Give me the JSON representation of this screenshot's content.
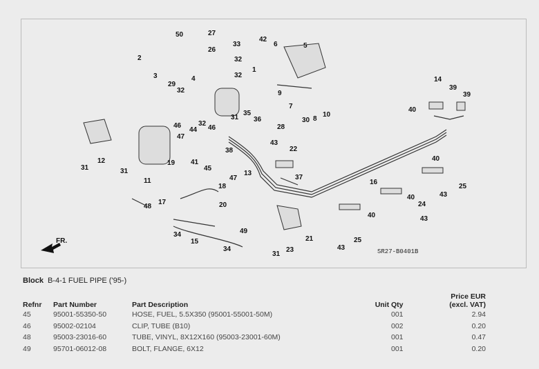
{
  "diagram": {
    "callouts": [
      "50",
      "27",
      "33",
      "26",
      "32",
      "1",
      "32",
      "42",
      "6",
      "5",
      "2",
      "3",
      "4",
      "29",
      "32",
      "9",
      "7",
      "28",
      "30",
      "8",
      "10",
      "14",
      "39",
      "39",
      "40",
      "31",
      "35",
      "36",
      "44",
      "46",
      "46",
      "32",
      "47",
      "38",
      "41",
      "19",
      "45",
      "13",
      "43",
      "22",
      "37",
      "47",
      "12",
      "31",
      "31",
      "11",
      "18",
      "48",
      "17",
      "20",
      "16",
      "40",
      "25",
      "40",
      "43",
      "24",
      "40",
      "43",
      "21",
      "23",
      "25",
      "43",
      "31",
      "49",
      "34",
      "15",
      "34"
    ],
    "front_label": "FR.",
    "diagram_code": "SR27-B0401B"
  },
  "block": {
    "label": "Block",
    "value": "B-4-1 FUEL PIPE ('95-)"
  },
  "table": {
    "headers": {
      "refnr": "Refnr",
      "part_number": "Part Number",
      "description": "Part Description",
      "qty": "Unit Qty",
      "price_line1": "Price EUR",
      "price_line2": "(excl. VAT)"
    },
    "rows": [
      {
        "refnr": "45",
        "part_number": "95001-55350-50",
        "description": "HOSE, FUEL, 5.5X350 (95001-55001-50M)",
        "qty": "001",
        "price": "2.94"
      },
      {
        "refnr": "46",
        "part_number": "95002-02104",
        "description": "CLIP, TUBE (B10)",
        "qty": "002",
        "price": "0.20"
      },
      {
        "refnr": "48",
        "part_number": "95003-23016-60",
        "description": "TUBE, VINYL, 8X12X160 (95003-23001-60M)",
        "qty": "001",
        "price": "0.47"
      },
      {
        "refnr": "49",
        "part_number": "95701-06012-08",
        "description": "BOLT, FLANGE, 6X12",
        "qty": "001",
        "price": "0.20"
      }
    ]
  }
}
